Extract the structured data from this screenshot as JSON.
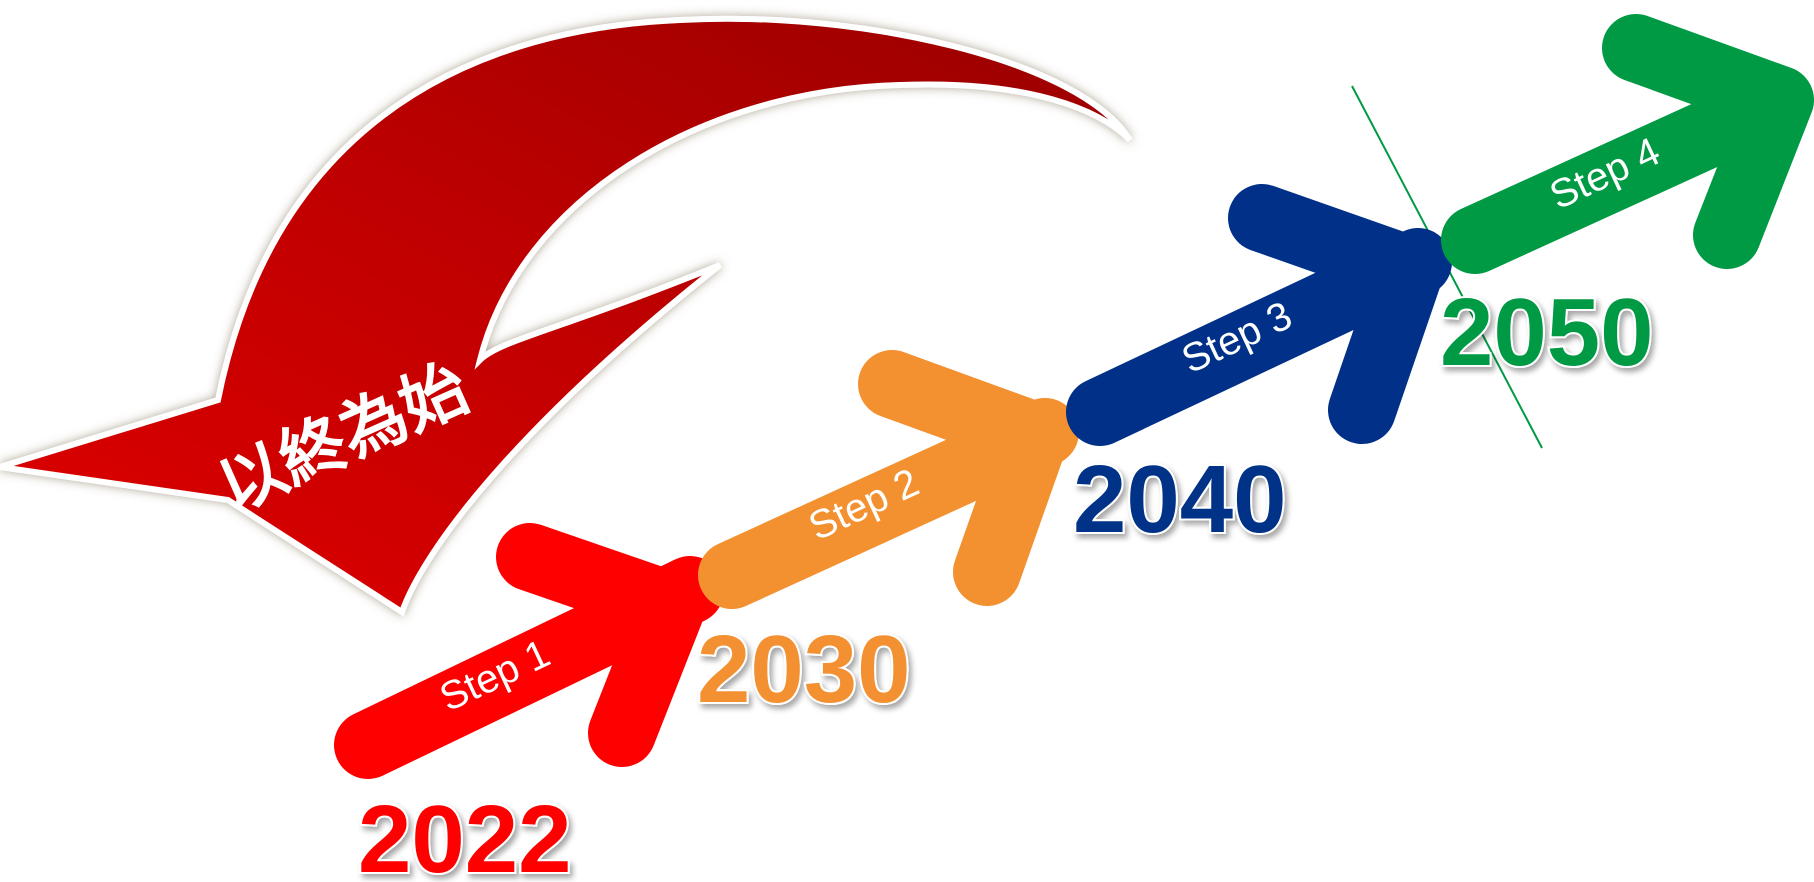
{
  "motto": "以終為始",
  "steps": [
    {
      "label": "Step 1",
      "year": "2022",
      "color": "#ff0000"
    },
    {
      "label": "Step 2",
      "year": "2030",
      "color": "#f39131"
    },
    {
      "label": "Step 3",
      "year": "2040",
      "color": "#003087"
    },
    {
      "label": "Step 4",
      "year": "2050",
      "color": "#009a44"
    }
  ],
  "curved_arrow_color": "#c40000"
}
